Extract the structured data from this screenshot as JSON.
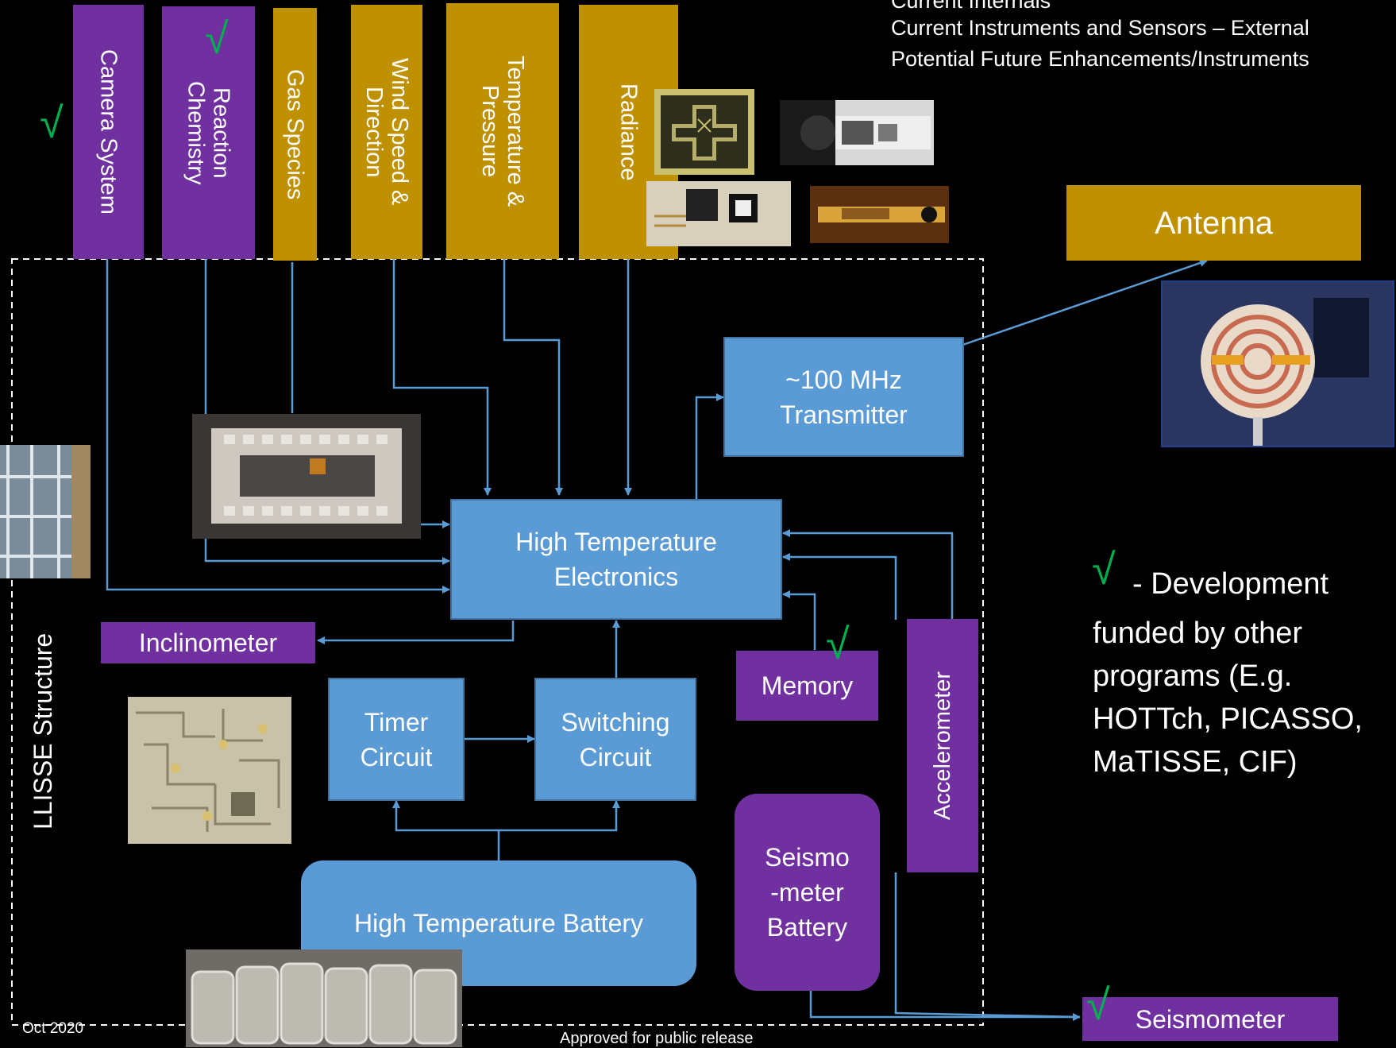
{
  "legend": {
    "line1": "Current Internals",
    "line2": "Current Instruments and Sensors – External",
    "line3": "Potential Future Enhancements/Instruments"
  },
  "instruments": {
    "camera": "Camera System",
    "reaction": "Reaction\nChemistry",
    "gas": "Gas Species",
    "wind": "Wind Speed &\nDirection",
    "temp": "Temperature &\nPressure",
    "radiance": "Radiance"
  },
  "antenna": "Antenna",
  "transmitter": "~100 MHz\nTransmitter",
  "hte": "High Temperature\nElectronics",
  "inclinometer": "Inclinometer",
  "memory": "Memory",
  "accelerometer": "Accelerometer",
  "timer": "Timer\nCircuit",
  "switching": "Switching\nCircuit",
  "battery": "High Temperature Battery",
  "seismo_battery": "Seismo\n-meter\nBattery",
  "seismometer": "Seismometer",
  "structure_label": "LLISSE Structure",
  "note": {
    "check": "√",
    "text_first": " - Development",
    "text_rest": "funded by other\nprograms (E.g.\nHOTTch, PICASSO,\nMaTISSE, CIF)"
  },
  "footer": {
    "date": "Oct 2020",
    "approval": "Approved for public release"
  },
  "colors": {
    "purple": "#7030a0",
    "gold": "#bf9000",
    "blue": "#5b9bd5",
    "check_green": "#00b050",
    "line": "#5b9bd5"
  }
}
